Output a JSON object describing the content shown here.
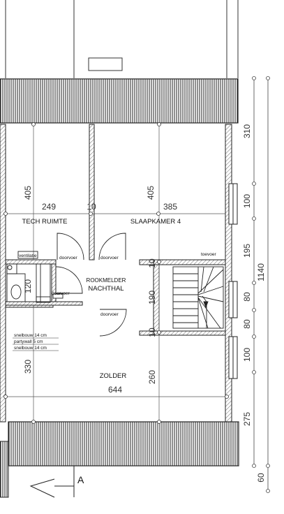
{
  "rooms": {
    "tech_ruimte": "TECH RUIMTE",
    "slaapkamer": "SLAAPKAMER 4",
    "nachthal": "NACHTHAL",
    "rookmelder": "ROOKMELDER",
    "zolder": "ZOLDER"
  },
  "labels": {
    "ventilatie": "ventilatie",
    "doorvoer_1": "doorvoer",
    "doorvoer_2": "doorvoer",
    "doorvoer_3": "doorvoer",
    "doorvoer_4": "doorvoer",
    "toevoer": "toevoer",
    "wall_note_1": "snelbouw 14 cm",
    "wall_note_2": "partywall 5 cm",
    "wall_note_3": "snelbouw 14 cm",
    "section_mark": "A"
  },
  "dimensions": {
    "h_249": "249",
    "h_10a": "10",
    "h_385": "385",
    "h_644": "644",
    "v_405a": "405",
    "v_405b": "405",
    "v_330": "330",
    "v_260": "260",
    "v_190": "190",
    "v_120": "120",
    "v_10": "10",
    "v_10b": "10",
    "r_310": "310",
    "r_100a": "100",
    "r_195": "195",
    "r_80a": "80",
    "r_80b": "80",
    "r_100b": "100",
    "r_275": "275",
    "r_1140": "1140",
    "r_60": "60"
  }
}
